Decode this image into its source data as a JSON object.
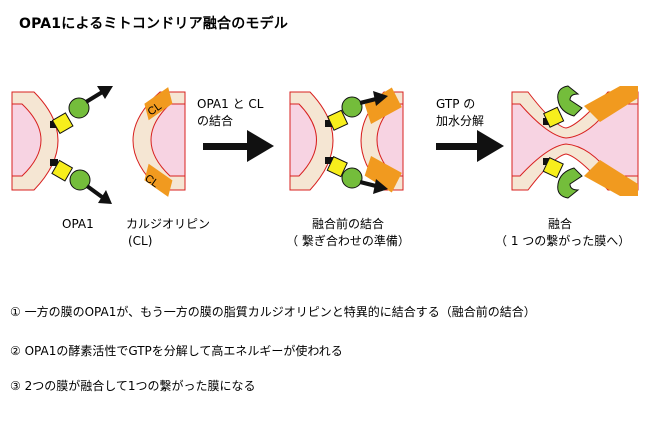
{
  "title": "OPA1によるミトコンドリア融合のモデル",
  "labels": {
    "opa1": "OPA1",
    "cardiolipin_line1": "カルジオリピン",
    "cardiolipin_line2": "(CL)",
    "cl_tag": "CL",
    "binding_line1": "OPA1 と CL",
    "binding_line2": "の結合",
    "gtp_line1": "GTP の",
    "gtp_line2": "加水分解",
    "prefusion_line1": "融合前の結合",
    "prefusion_line2": "（ 繋ぎ合わせの準備）",
    "fusion_line1": "融合",
    "fusion_line2": "（ 1 つの繋がった膜へ）"
  },
  "notes": [
    "①  一方の膜のOPA1が、もう一方の膜の脂質カルジオリピンと特異的に結合する（融合前の結合）",
    "②  OPA1の酵素活性でGTPを分解して高エネルギーが使われる",
    "③  2つの膜が融合して1つの繋がった膜になる"
  ],
  "colors": {
    "matrix": "#f7d3e2",
    "membrane": "#f5e6d3",
    "membrane_edge": "#d8201f",
    "cardiolipin": "#f19a1f",
    "opa1_body": "#f7ee1c",
    "opa1_head": "#74bd3b"
  }
}
